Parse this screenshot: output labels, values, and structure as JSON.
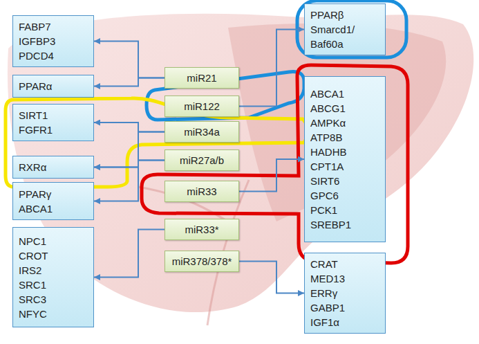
{
  "diagram": {
    "nodes": [
      {
        "text": [
          "FABP7",
          "IGFBP3",
          "PDCD4"
        ]
      },
      {
        "text": [
          "PPARα"
        ]
      },
      {
        "text": [
          "SIRT1",
          "FGFR1"
        ]
      },
      {
        "text": [
          "RXRα"
        ]
      },
      {
        "text": [
          "PPARγ",
          "ABCA1"
        ]
      },
      {
        "text": [
          "NPC1",
          "CROT",
          "IRS2",
          "SRC1",
          "SRC3",
          "NFYC"
        ]
      },
      {
        "text": [
          "miR21"
        ]
      },
      {
        "text": [
          "miR122"
        ]
      },
      {
        "text": [
          "miR34a"
        ]
      },
      {
        "text": [
          "miR27a/b"
        ]
      },
      {
        "text": [
          "miR33"
        ]
      },
      {
        "text": [
          "miR33*"
        ]
      },
      {
        "text": [
          "miR378/378*"
        ]
      },
      {
        "text": [
          "PPARβ",
          "Smarcd1/ Baf60a"
        ]
      },
      {
        "text": [
          "ABCA1",
          "ABCG1",
          "AMPKα",
          "ATP8B",
          "HADHB",
          "CPT1A",
          "SIRT6",
          "GPC6",
          "PCK1",
          "SREBP1"
        ]
      },
      {
        "text": [
          "CRAT",
          "MED13",
          "ERRγ",
          "GABP1",
          "IGF1α"
        ]
      }
    ],
    "edges": [
      {
        "from": 6,
        "to": 0,
        "arrow": "to"
      },
      {
        "from": 6,
        "to": 1,
        "arrow": "to"
      },
      {
        "from": 7,
        "to": 13,
        "arrow": "to"
      },
      {
        "from": 8,
        "to": 2,
        "arrow": "to"
      },
      {
        "from": 8,
        "to": 3,
        "arrow": "to"
      },
      {
        "from": 9,
        "to": 3,
        "arrow": "to"
      },
      {
        "from": 9,
        "to": 4,
        "arrow": "to"
      },
      {
        "from": 10,
        "to": 14,
        "arrow": "to"
      },
      {
        "from": 11,
        "to": 5,
        "arrow": "to"
      },
      {
        "from": 12,
        "to": 15,
        "arrow": "to"
      }
    ]
  }
}
